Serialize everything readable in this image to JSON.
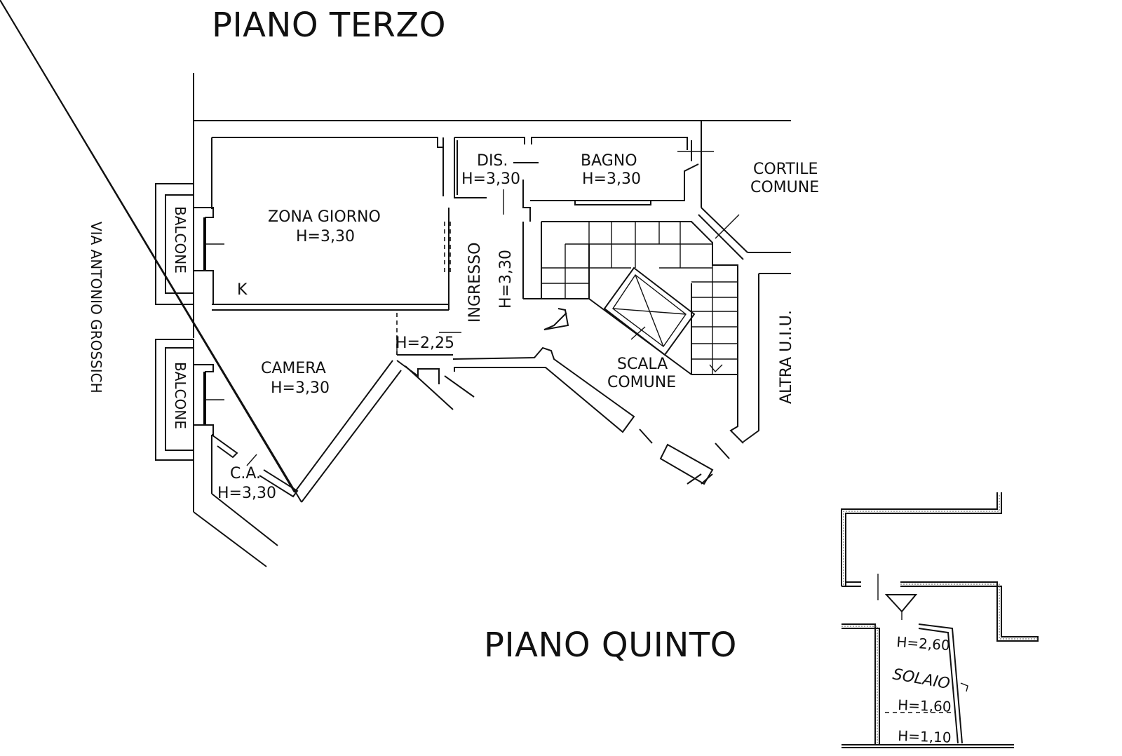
{
  "floors": {
    "third": {
      "title": "PIANO TERZO",
      "street": "VIA ANTONIO GROSSICH",
      "rooms": {
        "zona_giorno": {
          "name": "ZONA GIORNO",
          "height": "H=3,30"
        },
        "kitchen_mark": "K",
        "camera": {
          "name": "CAMERA",
          "height": "H=3,30"
        },
        "ca": {
          "name": "C.A.",
          "height": "H=3,30"
        },
        "dis": {
          "name": "DIS.",
          "height": "H=3,30"
        },
        "bagno": {
          "name": "BAGNO",
          "height": "H=3,30"
        },
        "ingresso": {
          "name": "INGRESSO",
          "height": "H=3,30"
        },
        "passage_height": "H=2,25",
        "balcone_top": "BALCONE",
        "balcone_bottom": "BALCONE",
        "cortile": {
          "line1": "CORTILE",
          "line2": "COMUNE"
        },
        "scala": {
          "line1": "SCALA",
          "line2": "COMUNE"
        },
        "altra": "ALTRA U.I.U."
      }
    },
    "fifth": {
      "title": "PIANO QUINTO",
      "solaio": {
        "name": "SOLAIO",
        "h1": "H=2,60",
        "h2": "H=1,60",
        "h3": "H=1,10"
      }
    }
  }
}
